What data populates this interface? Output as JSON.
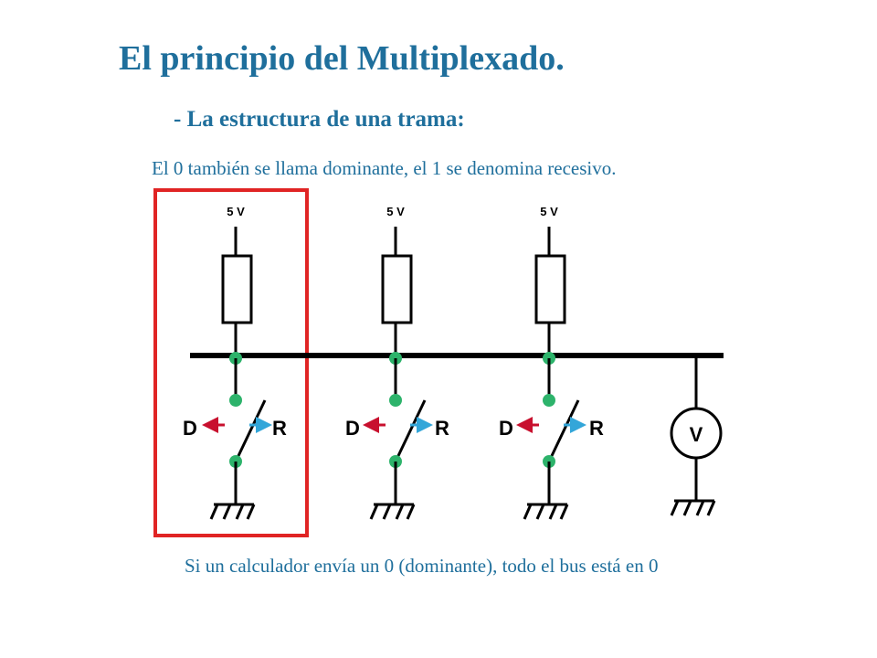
{
  "title": "El principio del Multiplexado.",
  "subtitle": "- La estructura de una trama:",
  "intro": "El 0 también se llama dominante, el 1 se denomina recesivo.",
  "footer": "Si un calculador envía un 0 (dominante), todo el bus está en 0",
  "nodes": [
    {
      "supply": "5 V",
      "d_label": "D",
      "r_label": "R"
    },
    {
      "supply": "5 V",
      "d_label": "D",
      "r_label": "R"
    },
    {
      "supply": "5 V",
      "d_label": "D",
      "r_label": "R"
    }
  ],
  "voltmeter": "V",
  "colors": {
    "title": "#1f6f9c",
    "highlight_box": "#e02424",
    "junction": "#2db36b",
    "arrow_dominant": "#c8102e",
    "arrow_recessive": "#33a6d9"
  }
}
